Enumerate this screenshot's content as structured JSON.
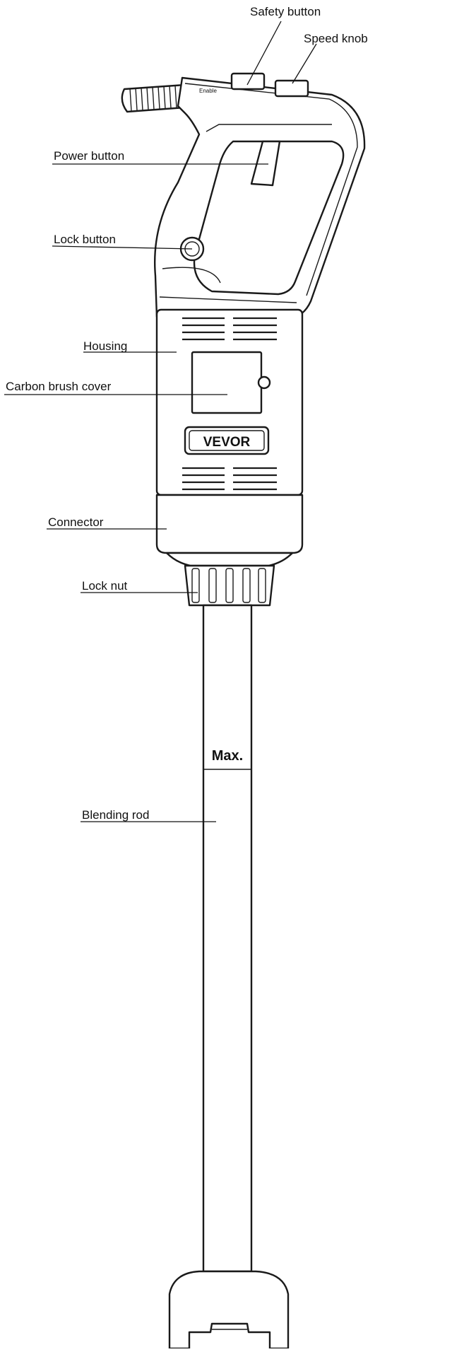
{
  "labels": {
    "safety_button": "Safety button",
    "speed_knob": "Speed knob",
    "power_button": "Power button",
    "lock_button": "Lock button",
    "housing": "Housing",
    "carbon_brush_cover": "Carbon brush cover",
    "connector": "Connector",
    "lock_nut": "Lock nut",
    "blending_rod": "Blending rod"
  },
  "device_text": {
    "logo": "VEVOR",
    "max_mark": "Max.",
    "handle_mark": "Enable"
  }
}
